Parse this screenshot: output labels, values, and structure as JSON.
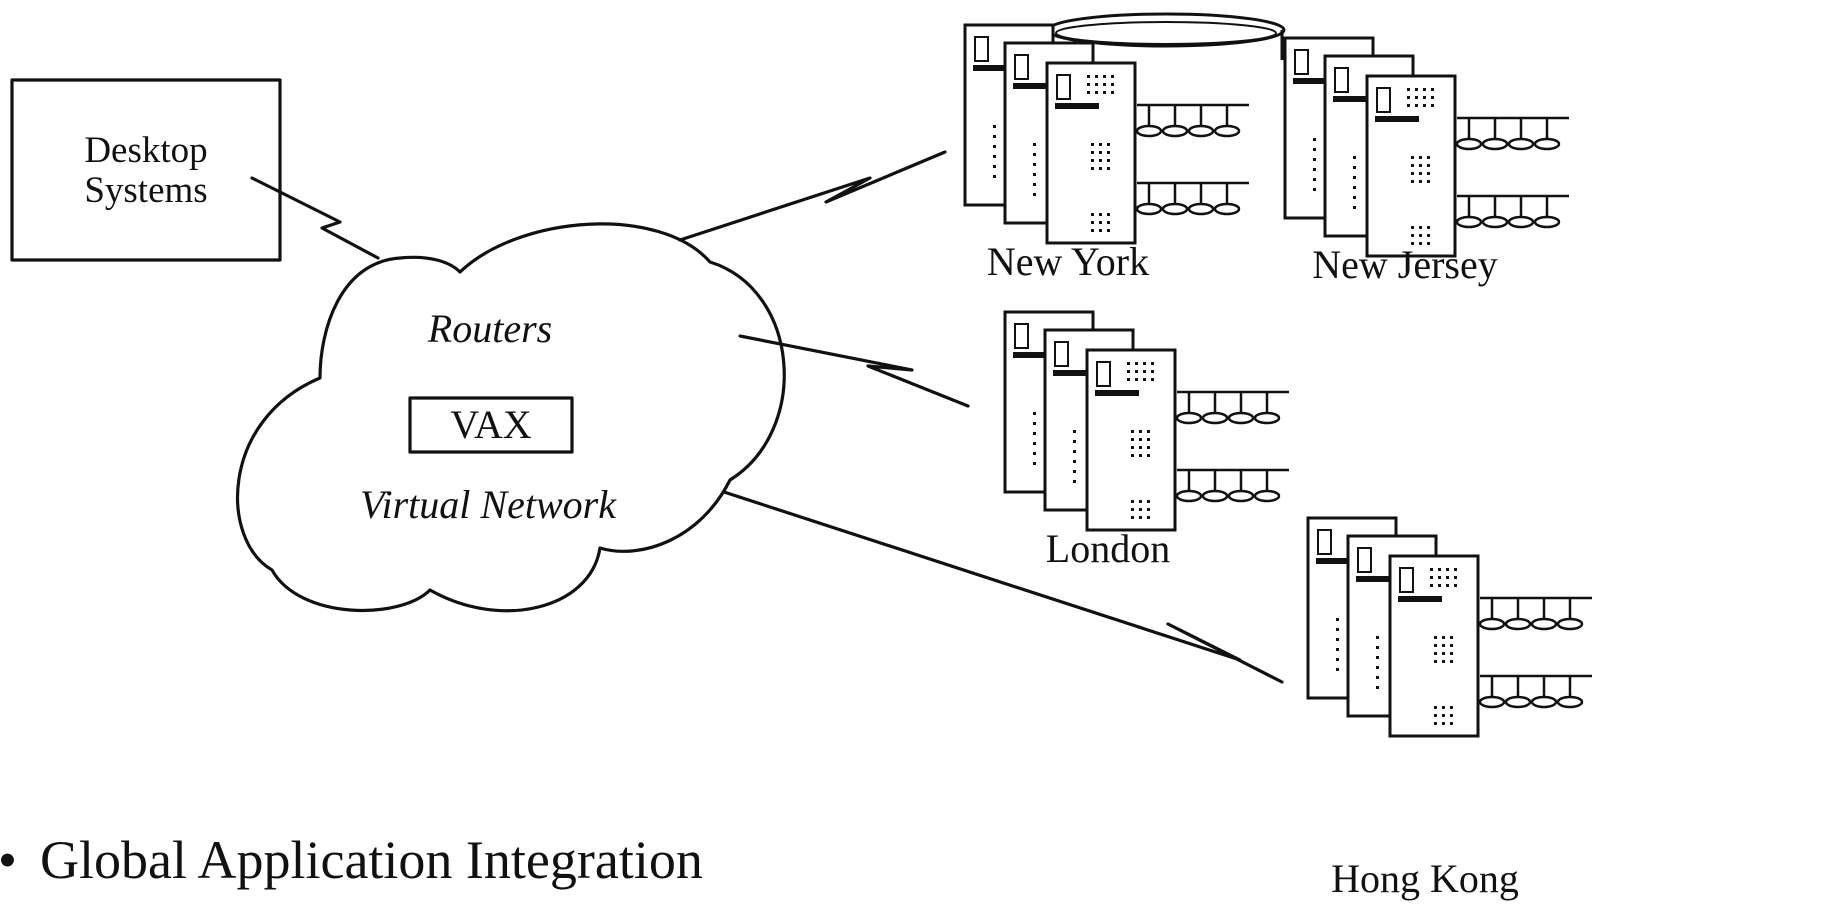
{
  "desktop_box": {
    "line1": "Desktop",
    "line2": "Systems"
  },
  "cloud": {
    "routers": "Routers",
    "vax": "VAX",
    "network": "Virtual Network"
  },
  "sites": {
    "new_york": "New York",
    "new_jersey": "New Jersey",
    "london": "London",
    "hong_kong": "Hong Kong"
  },
  "bullet": {
    "marker": "•",
    "text": "Global Application Integration"
  }
}
